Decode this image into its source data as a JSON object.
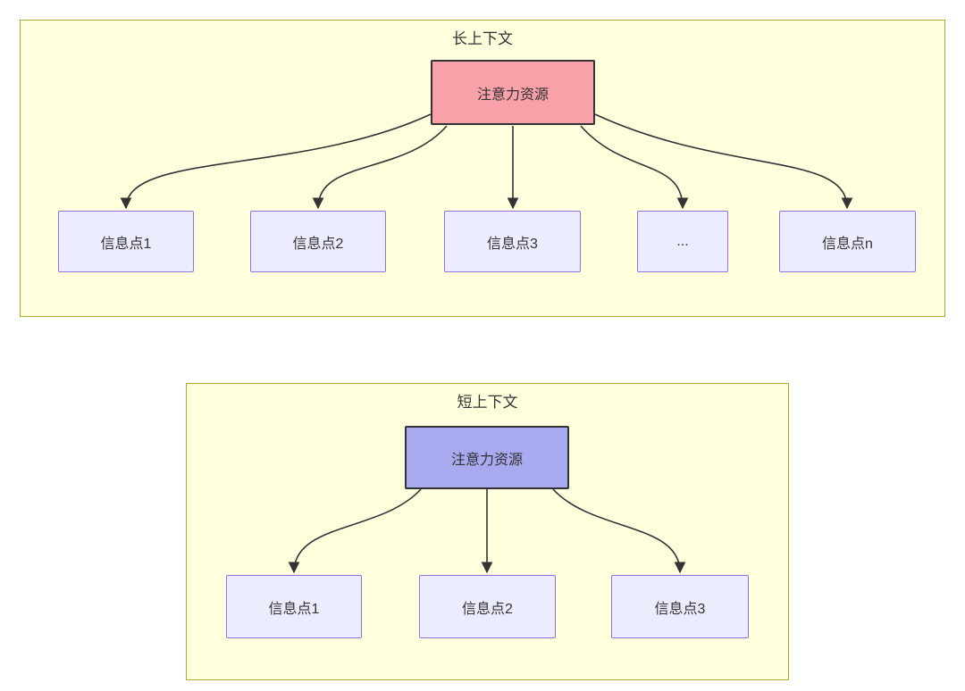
{
  "diagram": {
    "type": "flowchart-comparison",
    "colors": {
      "group_fill": "#ffffde",
      "group_border": "#aaaa33",
      "node_fill": "#ececff",
      "node_border": "#9370db",
      "attention_border": "#333333",
      "arrow": "#333333",
      "text": "#333333",
      "page_bg": "#ffffff"
    },
    "long_context": {
      "title": "长上下文",
      "attention": {
        "label": "注意力资源",
        "fill": "#f9a1a8"
      },
      "info_nodes": [
        "信息点1",
        "信息点2",
        "信息点3",
        "...",
        "信息点n"
      ]
    },
    "short_context": {
      "title": "短上下文",
      "attention": {
        "label": "注意力资源",
        "fill": "#a9a9f0"
      },
      "info_nodes": [
        "信息点1",
        "信息点2",
        "信息点3"
      ]
    }
  }
}
